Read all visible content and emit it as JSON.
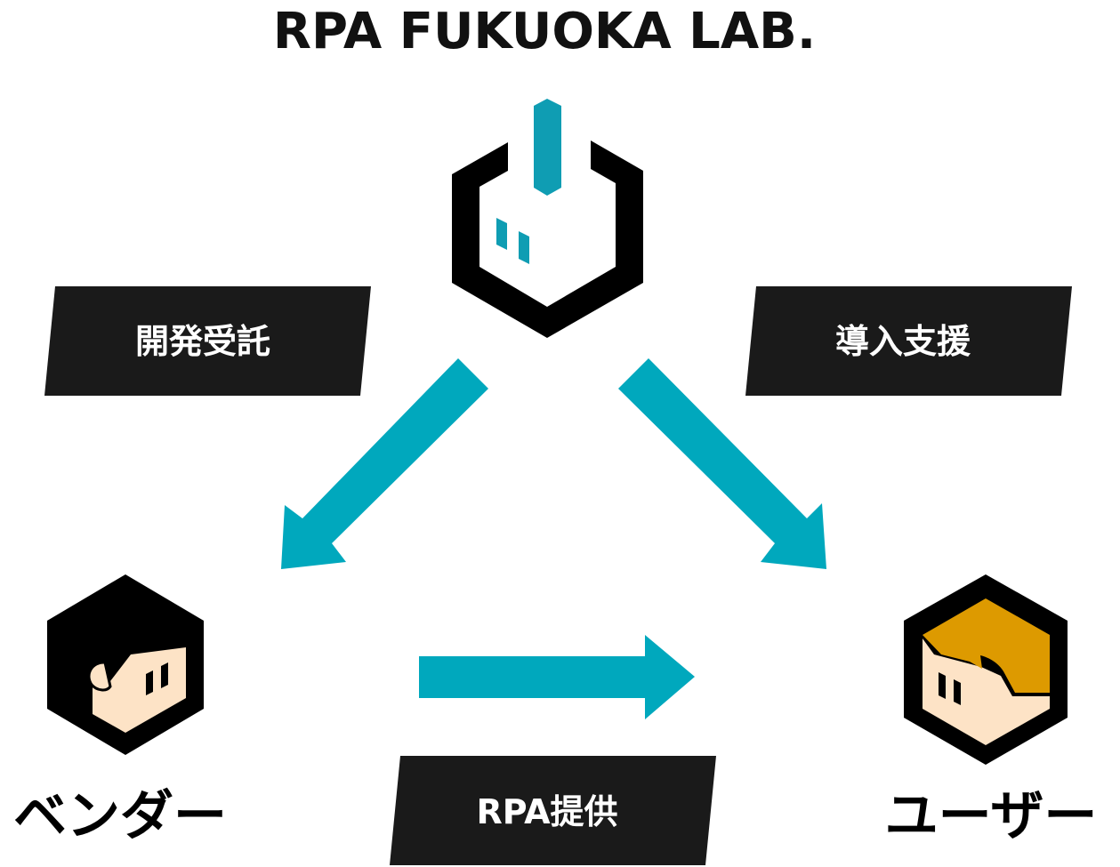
{
  "title": "RPA FUKUOKA LAB.",
  "labels": {
    "development": "開発受託",
    "support": "導入支援",
    "provide": "RPA提供"
  },
  "roles": {
    "vendor": "ベンダー",
    "user": "ユーザー"
  },
  "icons": {
    "lab": "robot-hexagon-icon",
    "vendor": "vendor-person-hexagon-icon",
    "user": "user-person-hexagon-icon"
  },
  "colors": {
    "accent": "#00a8bd",
    "robot_accent": "#0f9db3",
    "label_bg": "#1a1a1a",
    "skin": "#fde3c6",
    "user_hair": "#dd9a00",
    "outline": "#000000"
  }
}
